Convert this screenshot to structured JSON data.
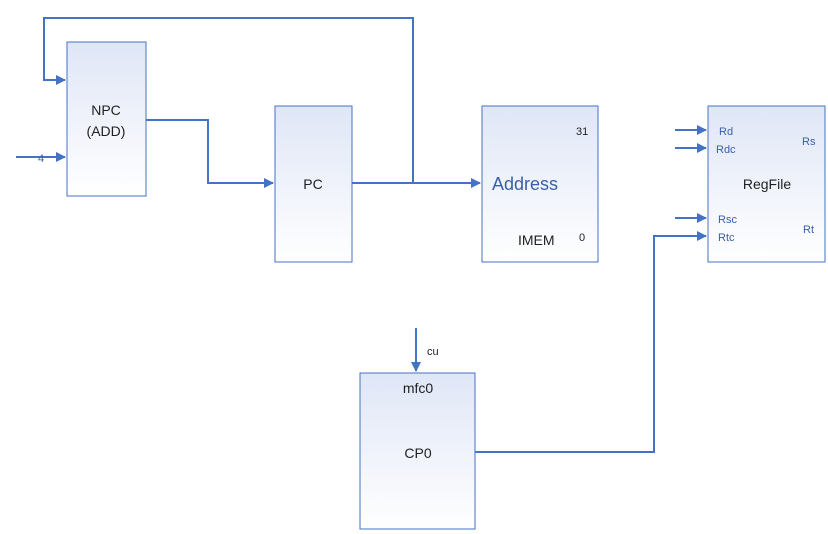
{
  "blocks": {
    "npc": {
      "line1": "NPC",
      "line2": "(ADD)",
      "input_value": "4"
    },
    "pc": {
      "label": "PC"
    },
    "imem": {
      "address": "Address",
      "name": "IMEM",
      "bit_high": "31",
      "bit_low": "0"
    },
    "regfile": {
      "name": "RegFile",
      "rd": "Rd",
      "rdc": "Rdc",
      "rs": "Rs",
      "rsc": "Rsc",
      "rtc": "Rtc",
      "rt": "Rt"
    },
    "cp0": {
      "top": "mfc0",
      "name": "CP0",
      "input": "cu"
    }
  },
  "colors": {
    "wire": "#4472c4",
    "box_border": "#4472c4",
    "box_fill_top": "#dfe6f6",
    "box_fill_bottom": "#ffffff"
  }
}
